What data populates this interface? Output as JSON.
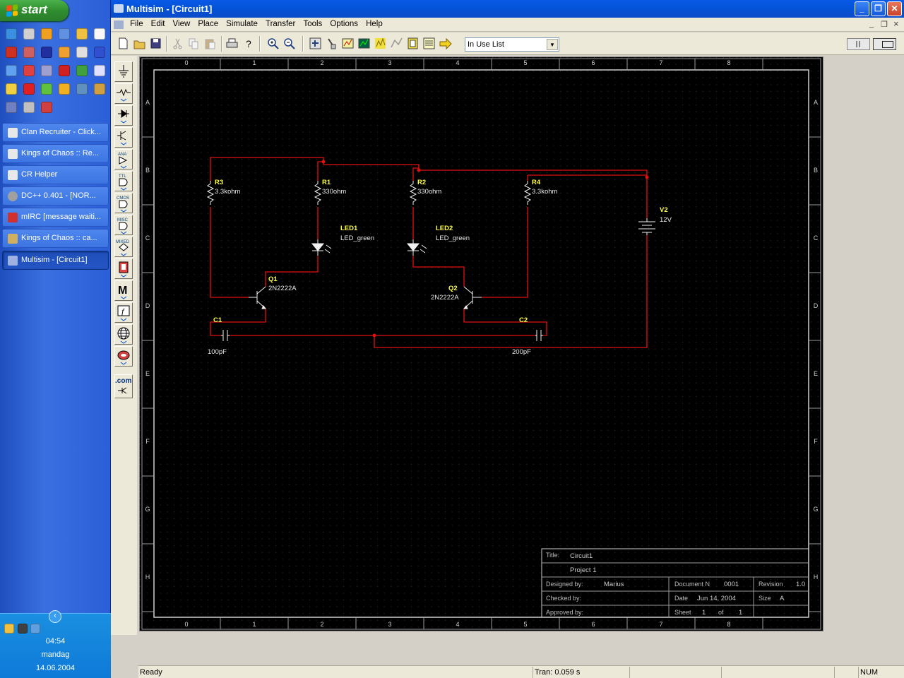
{
  "taskbar": {
    "start_label": "start",
    "buttons": [
      {
        "label": "Clan Recruiter - Click..."
      },
      {
        "label": "Kings of Chaos :: Re..."
      },
      {
        "label": "CR Helper"
      },
      {
        "label": "DC++ 0.401 - [NOR..."
      },
      {
        "label": "mIRC [message waiti..."
      },
      {
        "label": "Kings of Chaos :: ca..."
      },
      {
        "label": "Multisim - [Circuit1]"
      }
    ],
    "clock": {
      "time": "04:54",
      "day": "mandag",
      "date": "14.06.2004"
    }
  },
  "window": {
    "title": "Multisim - [Circuit1]",
    "min_glyph": "_",
    "max_glyph": "❐",
    "close_glyph": "✕"
  },
  "menu": [
    "File",
    "Edit",
    "View",
    "Place",
    "Simulate",
    "Transfer",
    "Tools",
    "Options",
    "Help"
  ],
  "mdi_glyphs": {
    "min": "_",
    "restore": "❐",
    "close": "×"
  },
  "toolbar": {
    "in_use_list": "In Use List",
    "dropdown_glyph": "▼"
  },
  "component_toolbar": {
    "labels": {
      "ana": "ANA",
      "ttl": "TTL",
      "cmos": "CMOS",
      "misc": "MISC",
      "mixed": "MIXED",
      "m": "M",
      "f": "f",
      "com": ".com"
    }
  },
  "sheet": {
    "ruler_cols": [
      "0",
      "1",
      "2",
      "3",
      "4",
      "5",
      "6",
      "7",
      "8"
    ],
    "ruler_rows": [
      "A",
      "B",
      "C",
      "D",
      "E",
      "F",
      "G",
      "H"
    ]
  },
  "components": {
    "r3": {
      "ref": "R3",
      "value": "3.3kohm"
    },
    "r1": {
      "ref": "R1",
      "value": "330ohm"
    },
    "r2": {
      "ref": "R2",
      "value": "330ohm"
    },
    "r4": {
      "ref": "R4",
      "value": "3.3kohm"
    },
    "led1": {
      "ref": "LED1",
      "value": "LED_green"
    },
    "led2": {
      "ref": "LED2",
      "value": "LED_green"
    },
    "q1": {
      "ref": "Q1",
      "value": "2N2222A"
    },
    "q2": {
      "ref": "Q2",
      "value": "2N2222A"
    },
    "c1": {
      "ref": "C1",
      "value": "100pF"
    },
    "c2": {
      "ref": "C2",
      "value": "200pF"
    },
    "v2": {
      "ref": "V2",
      "value": "12V"
    }
  },
  "title_block": {
    "title_label": "Title:",
    "title": "Circuit1",
    "project": "Project 1",
    "designed_by_label": "Designed by:",
    "designed_by": "Marius",
    "document_label": "Document N",
    "document": "0001",
    "revision_label": "Revision",
    "revision": "1.0",
    "checked_by_label": "Checked by:",
    "date_label": "Date",
    "date": "Jun 14, 2004",
    "size_label": "Size",
    "size": "A",
    "approved_by_label": "Approved by:",
    "sheet_label": "Sheet",
    "sheet": "1",
    "of_label": "of",
    "sheet_total": "1"
  },
  "status": {
    "ready": "Ready",
    "tran": "Tran: 0.059 s",
    "num": "NUM"
  },
  "colors": {
    "wire": "#e01010",
    "component": "#f0f0f0",
    "ref": "#ffff44",
    "grid": "#3a3a3a",
    "background": "#000000",
    "titlebar": "#0452d6"
  }
}
